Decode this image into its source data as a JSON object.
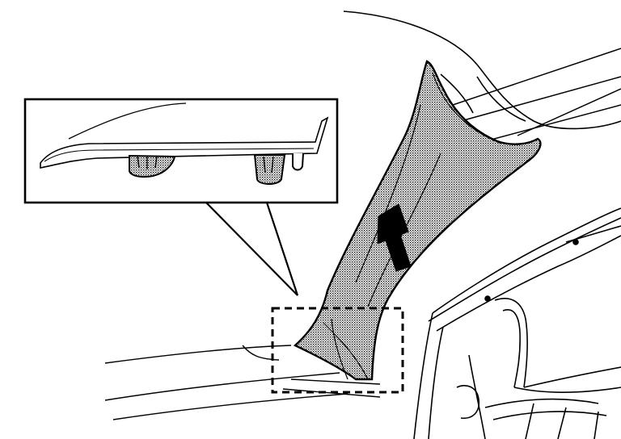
{
  "diagram": {
    "colors": {
      "line": "#000000",
      "panel_fill": "#cfcfcf",
      "background": "#ffffff"
    },
    "callout": {
      "style": "dashed-box-with-magnified-inset"
    },
    "arrow": {
      "direction": "up",
      "meaning": "removal-direction"
    }
  }
}
